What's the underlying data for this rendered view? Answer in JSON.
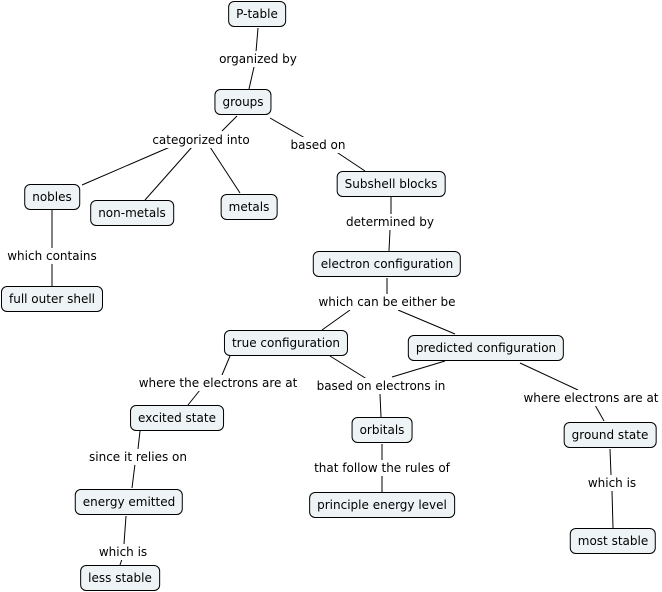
{
  "concepts": {
    "ptable": "P-table",
    "groups": "groups",
    "subshell": "Subshell blocks",
    "nobles": "nobles",
    "nonmetals": "non-metals",
    "metals": "metals",
    "fullshell": "full outer shell",
    "econfig": "electron configuration",
    "trueconfig": "true configuration",
    "predconfig": "predicted configuration",
    "excited": "excited state",
    "orbitals": "orbitals",
    "ground": "ground state",
    "emitted": "energy emitted",
    "principle": "principle energy level",
    "moststable": "most stable",
    "lessstable": "less stable"
  },
  "links": {
    "organized_by": "organized by",
    "categorized_into": "categorized into",
    "based_on": "based on",
    "which_contains": "which contains",
    "determined_by": "determined by",
    "either_be": "which can be either be",
    "electrons_at_1": "where the electrons are at",
    "based_on_electrons": "based on electrons in",
    "electrons_at_2": "where electrons are at",
    "relies_on": "since it relies on",
    "follow_rules": "that follow the rules of",
    "which_is_1": "which is",
    "which_is_2": "which is"
  }
}
